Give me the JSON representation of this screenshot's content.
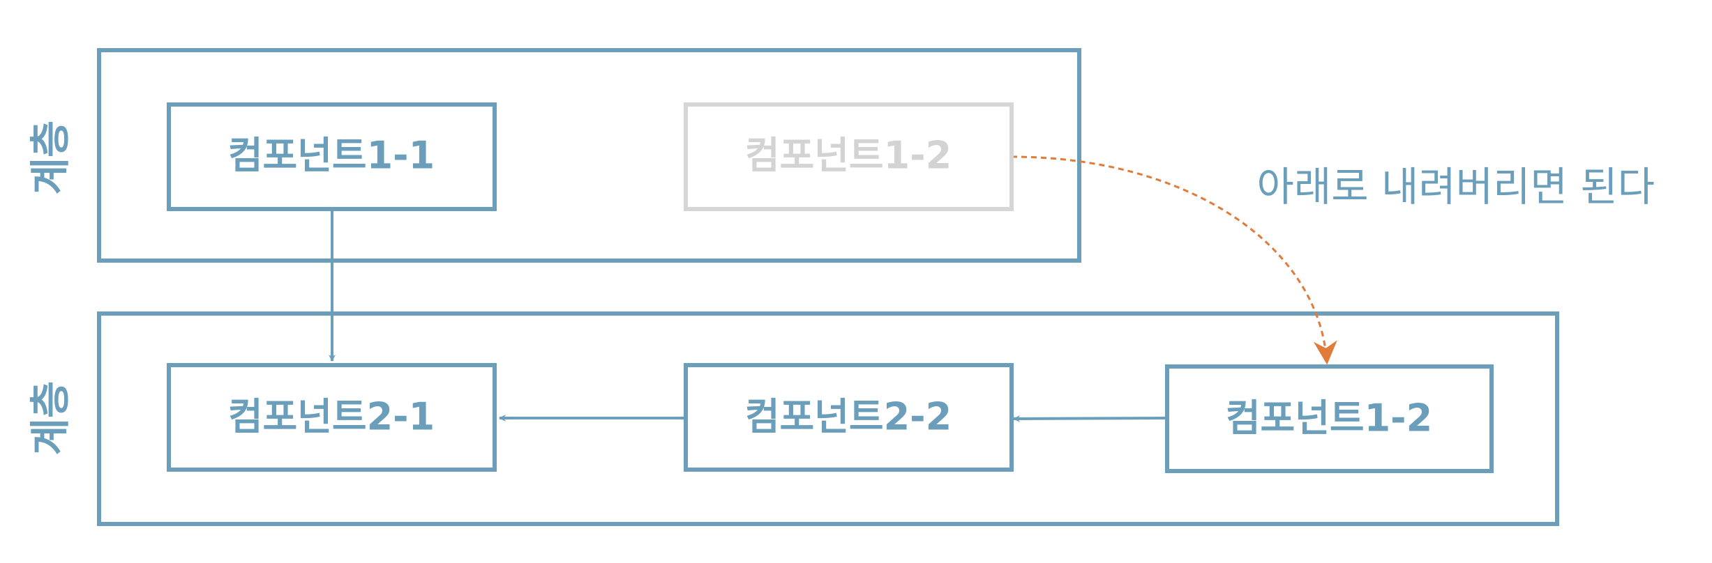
{
  "layers": [
    {
      "label": "계층"
    },
    {
      "label": "계층"
    }
  ],
  "components": {
    "c11": "컴포넌트1-1",
    "c12_original": "컴포넌트1-2",
    "c21": "컴포넌트2-1",
    "c22": "컴포넌트2-2",
    "c12_moved": "컴포넌트1-2"
  },
  "note": "아래로 내려버리면 된다",
  "colors": {
    "primary": "#6a9ebb",
    "ghost": "#d6d6d6",
    "dashed_arrow": "#e07b39"
  }
}
